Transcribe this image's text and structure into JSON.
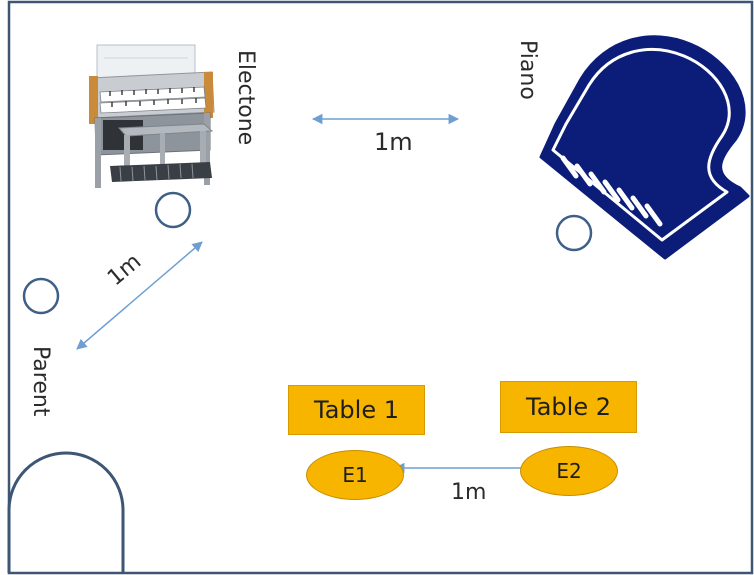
{
  "room": {
    "labels": {
      "electone": "Electone",
      "piano": "Piano",
      "parent": "Parent"
    },
    "distances": {
      "top": "1m",
      "diagonal": "1m",
      "seats": "1m"
    },
    "tables": [
      {
        "label": "Table 1"
      },
      {
        "label": "Table 2"
      }
    ],
    "seats": [
      {
        "label": "E1"
      },
      {
        "label": "E2"
      }
    ],
    "colors": {
      "wall": "#3d5673",
      "arrow": "#6f9fd0",
      "piano": "#0b1d78",
      "table": "#f7b500",
      "marker": "#3e5f88"
    }
  }
}
